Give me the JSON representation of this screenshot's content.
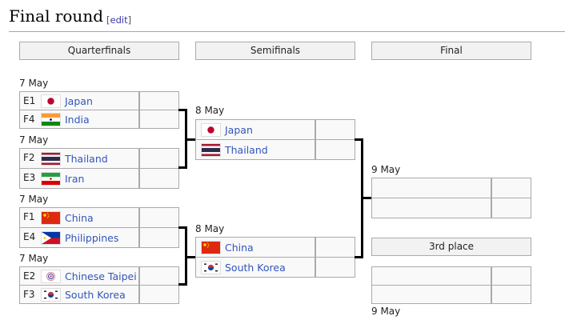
{
  "heading": {
    "title": "Final round",
    "edit_open": "[",
    "edit": "edit",
    "edit_close": "]"
  },
  "rounds": [
    "Quarterfinals",
    "Semifinals",
    "Final",
    "3rd place"
  ],
  "qf": [
    {
      "date": "7 May",
      "teams": [
        {
          "seed": "E1",
          "name": "Japan",
          "flag": "japan"
        },
        {
          "seed": "F4",
          "name": "India",
          "flag": "india"
        }
      ]
    },
    {
      "date": "7 May",
      "teams": [
        {
          "seed": "F2",
          "name": "Thailand",
          "flag": "thailand"
        },
        {
          "seed": "E3",
          "name": "Iran",
          "flag": "iran"
        }
      ]
    },
    {
      "date": "7 May",
      "teams": [
        {
          "seed": "F1",
          "name": "China",
          "flag": "china"
        },
        {
          "seed": "E4",
          "name": "Philippines",
          "flag": "philippines"
        }
      ]
    },
    {
      "date": "7 May",
      "teams": [
        {
          "seed": "E2",
          "name": "Chinese Taipei",
          "flag": "chinese-taipei"
        },
        {
          "seed": "F3",
          "name": "South Korea",
          "flag": "south-korea"
        }
      ]
    }
  ],
  "sf": [
    {
      "date": "8 May",
      "teams": [
        {
          "name": "Japan",
          "flag": "japan"
        },
        {
          "name": "Thailand",
          "flag": "thailand"
        }
      ]
    },
    {
      "date": "8 May",
      "teams": [
        {
          "name": "China",
          "flag": "china"
        },
        {
          "name": "South Korea",
          "flag": "south-korea"
        }
      ]
    }
  ],
  "final": {
    "date": "9 May"
  },
  "third": {
    "date": "9 May"
  }
}
